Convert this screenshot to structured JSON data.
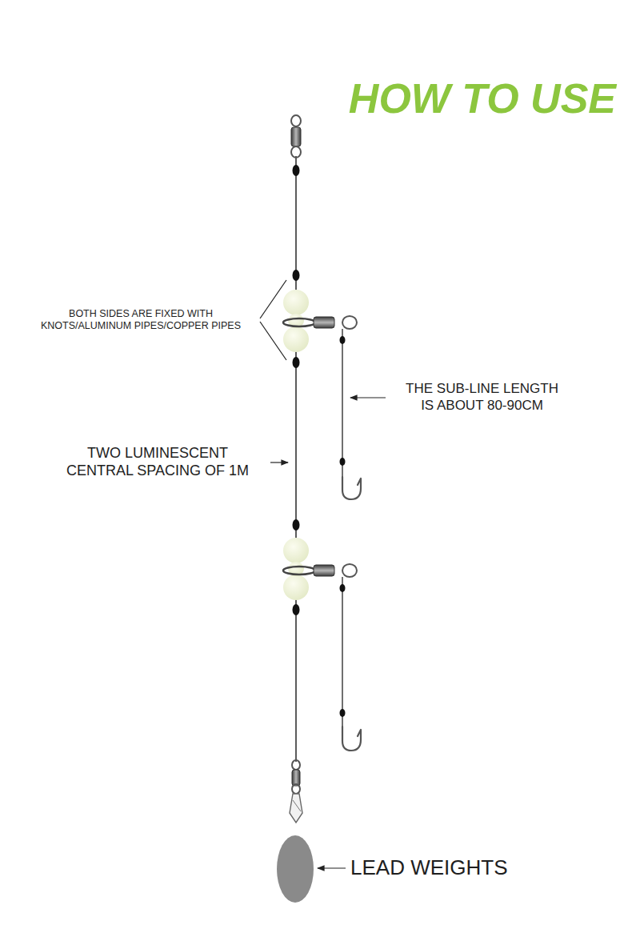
{
  "diagram": {
    "title": "HOW TO USE",
    "labels": [
      "BOTH SIDES ARE FIXED WITH KNOTS/ALUMINUM PIPES/COPPER PIPES",
      "THE SUB-LINE LENGTH IS ABOUT 80-90CM",
      "TWO LUMINESCENT CENTRAL SPACING OF 1M",
      "LEAD WEIGHTS"
    ]
  }
}
